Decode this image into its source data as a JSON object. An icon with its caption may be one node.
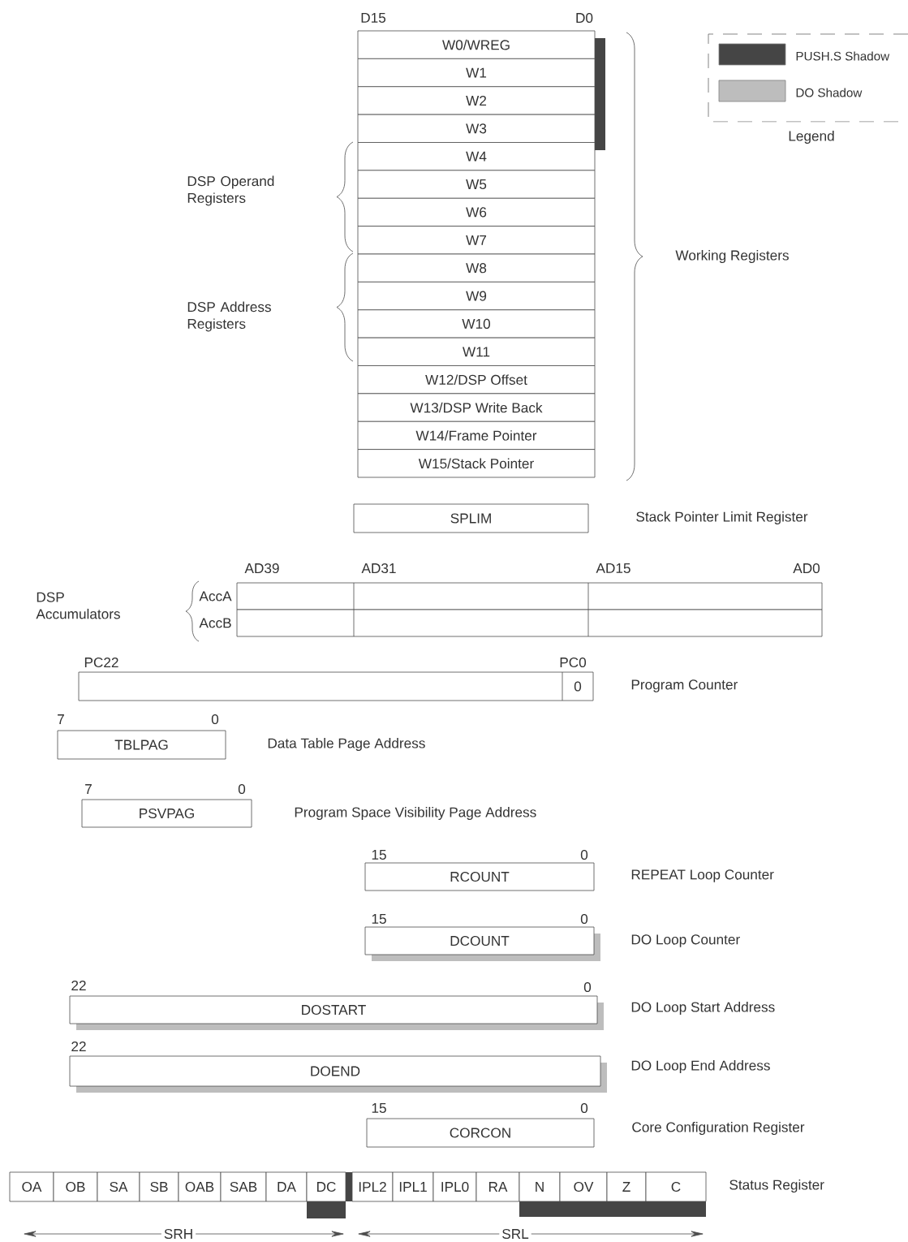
{
  "diagram": {
    "nodes": [
      {
        "text": [
          "W0/WREG"
        ],
        "beside": [
          "D15",
          "D0"
        ]
      },
      {
        "text": [
          "W1"
        ]
      },
      {
        "text": [
          "W2"
        ]
      },
      {
        "text": [
          "W3"
        ]
      },
      {
        "text": [
          "W4"
        ]
      },
      {
        "text": [
          "W5"
        ]
      },
      {
        "text": [
          "W6"
        ]
      },
      {
        "text": [
          "W7"
        ]
      },
      {
        "text": [
          "W8"
        ]
      },
      {
        "text": [
          "W9"
        ]
      },
      {
        "text": [
          "W10"
        ]
      },
      {
        "text": [
          "W11"
        ]
      },
      {
        "text": [
          "W12/DSP Offset"
        ]
      },
      {
        "text": [
          "W13/DSP Write Back"
        ]
      },
      {
        "text": [
          "W14/Frame Pointer"
        ]
      },
      {
        "text": [
          "W15/Stack Pointer"
        ]
      },
      {
        "text": [
          "SPLIM"
        ],
        "beside": [
          "Stack Pointer Limit Register"
        ]
      },
      {
        "text": [
          "AccA"
        ]
      },
      {
        "text": [
          "AccB"
        ]
      },
      {
        "text": [
          "0"
        ],
        "beside": [
          "PC22",
          "PC0",
          "Program Counter"
        ]
      },
      {
        "text": [
          "TBLPAG"
        ],
        "beside": [
          "7",
          "0",
          "Data Table Page Address"
        ]
      },
      {
        "text": [
          "PSVPAG"
        ],
        "beside": [
          "7",
          "0",
          "Program Space Visibility Page Address"
        ]
      },
      {
        "text": [
          "RCOUNT"
        ],
        "beside": [
          "15",
          "0",
          "REPEAT Loop Counter"
        ]
      },
      {
        "text": [
          "DCOUNT"
        ],
        "beside": [
          "15",
          "0",
          "DO Loop Counter"
        ]
      },
      {
        "text": [
          "DOSTART"
        ],
        "beside": [
          "22",
          "0",
          "DO Loop Start Address"
        ]
      },
      {
        "text": [
          "DOEND"
        ],
        "beside": [
          "22",
          "DO Loop End Address"
        ]
      },
      {
        "text": [
          "CORCON"
        ],
        "beside": [
          "15",
          "0",
          "Core Configuration Register"
        ]
      },
      {
        "text": [
          "OA"
        ]
      },
      {
        "text": [
          "OB"
        ]
      },
      {
        "text": [
          "SA"
        ]
      },
      {
        "text": [
          "SB"
        ]
      },
      {
        "text": [
          "OAB"
        ]
      },
      {
        "text": [
          "SAB"
        ]
      },
      {
        "text": [
          "DA"
        ]
      },
      {
        "text": [
          "DC"
        ]
      },
      {
        "text": [
          "IPL2"
        ]
      },
      {
        "text": [
          "IPL1"
        ]
      },
      {
        "text": [
          "IPL0"
        ]
      },
      {
        "text": [
          "RA"
        ]
      },
      {
        "text": [
          "N"
        ]
      },
      {
        "text": [
          "OV"
        ]
      },
      {
        "text": [
          "Z"
        ]
      },
      {
        "text": [
          "C"
        ]
      }
    ],
    "labels": [
      "DSP Operand Registers",
      "Working Registers",
      "DSP Address Registers",
      "AD39",
      "AD31",
      "AD15",
      "AD0",
      "DSP Accumulators",
      "Status Register",
      "SRH",
      "SRL",
      "Legend"
    ],
    "legend": [
      {
        "text": "PUSH.S Shadow",
        "color": "#454545"
      },
      {
        "text": "DO Shadow",
        "color": "#bdbdbd"
      }
    ]
  }
}
